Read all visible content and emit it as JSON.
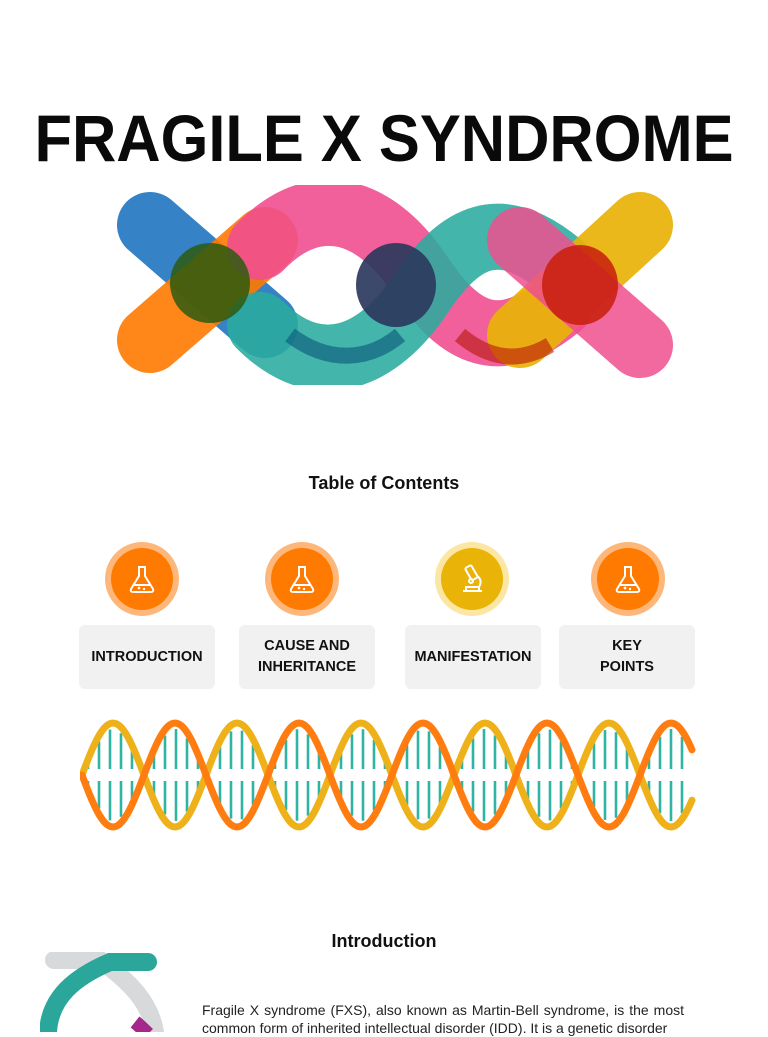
{
  "title": "FRAGILE X SYNDROME",
  "colors": {
    "blue": "#2b7bc4",
    "orange": "#ff7a00",
    "pink": "#ef4f8f",
    "teal": "#2aab9e",
    "navy": "#2c3a5e",
    "yellow": "#eab308",
    "dna_orange": "#ff7d10",
    "dna_yellow": "#efb11a",
    "dna_rungs": "#2fb3a3"
  },
  "toc": {
    "heading": "Table of Contents",
    "items": [
      {
        "label": "INTRODUCTION",
        "icon": "flask-icon"
      },
      {
        "label": "CAUSE AND\nINHERITANCE",
        "icon": "flask-icon"
      },
      {
        "label": "MANIFESTATION",
        "icon": "microscope-icon"
      },
      {
        "label": "KEY\nPOINTS",
        "icon": "flask-icon"
      }
    ]
  },
  "intro": {
    "heading": "Introduction",
    "text": "Fragile X syndrome (FXS), also known as Martin-Bell syndrome, is the most common form of inherited intellectual disorder (IDD). It is a genetic disorder"
  }
}
